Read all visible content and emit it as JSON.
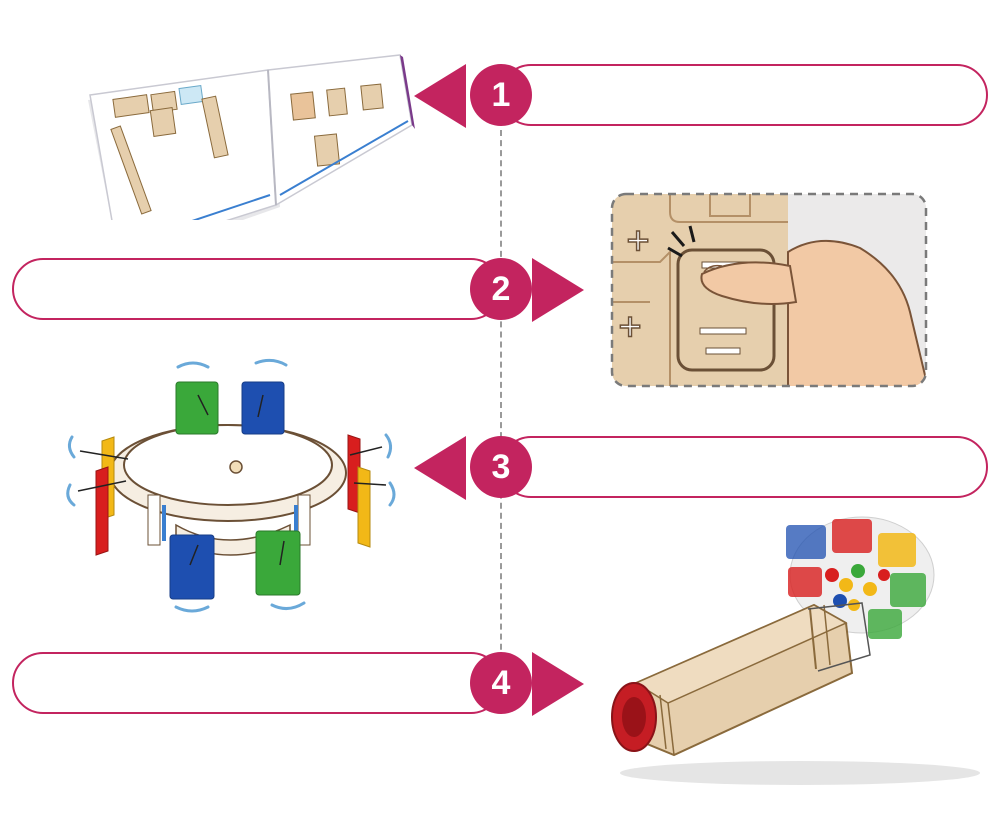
{
  "steps": [
    {
      "number": "1"
    },
    {
      "number": "2"
    },
    {
      "number": "3"
    },
    {
      "number": "4"
    }
  ],
  "colors": {
    "accent": "#c3245f",
    "connector": "#9a9a9a",
    "wood": "#e6cfad",
    "panel_red": "#d81e1e",
    "panel_yellow": "#f2b817",
    "panel_green": "#3aa83a",
    "panel_blue": "#1e4fb0"
  },
  "icons": {
    "step1": "instruction-booklet",
    "step2": "press-fit-puzzle-piece",
    "step3": "wheel-with-colored-panels",
    "step4": "assembled-kaleidoscope"
  }
}
